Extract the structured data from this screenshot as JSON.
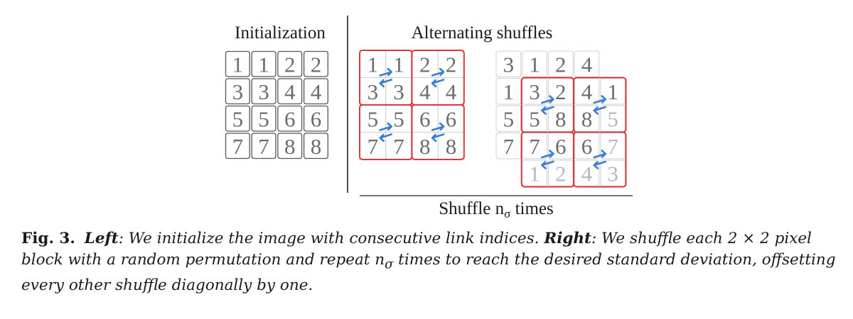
{
  "figure": {
    "left_title": "Initialization",
    "right_title": "Alternating shuffles",
    "bottom_label": {
      "main": "Shuffle n",
      "sub": "σ",
      "tail": " times"
    },
    "colors": {
      "digit": "#6b6b6b",
      "digit_faded": "#b8b8b8",
      "cell_border": "#555555",
      "cell_border_faded": "#cfcfcf",
      "block_border": "#d9393a",
      "arrow": "#3a7fd0",
      "divider": "#222222"
    },
    "init_grid": [
      [
        "1",
        "1",
        "2",
        "2"
      ],
      [
        "3",
        "3",
        "4",
        "4"
      ],
      [
        "5",
        "5",
        "6",
        "6"
      ],
      [
        "7",
        "7",
        "8",
        "8"
      ]
    ],
    "shuffle1_grid": [
      [
        "1",
        "1",
        "2",
        "2"
      ],
      [
        "3",
        "3",
        "4",
        "4"
      ],
      [
        "5",
        "5",
        "6",
        "6"
      ],
      [
        "7",
        "7",
        "8",
        "8"
      ]
    ],
    "shuffle2_grid": [
      [
        "3",
        "1",
        "2",
        "4",
        ""
      ],
      [
        "1",
        "3",
        "2",
        "4",
        "1"
      ],
      [
        "5",
        "5",
        "8",
        "8",
        "5"
      ],
      [
        "7",
        "7",
        "6",
        "6",
        "7"
      ],
      [
        "",
        "1",
        "2",
        "4",
        "3"
      ]
    ],
    "shuffle2_faded": [
      [
        3,
        4
      ],
      [
        2,
        4
      ],
      [
        4,
        1
      ],
      [
        4,
        2
      ],
      [
        4,
        3
      ],
      [
        4,
        4
      ]
    ],
    "shuffle2_empty": [
      [
        0,
        4
      ],
      [
        4,
        0
      ]
    ]
  },
  "caption": {
    "fig_label": "Fig. 3.",
    "left_word": "Left",
    "left_text": ": We initialize the image with consecutive link indices.",
    "right_word": "Right",
    "right_text": ": We shuffle each 2 × 2 pixel block with a random permutation and repeat n",
    "right_sub": "σ",
    "right_tail": " times to reach the desired standard deviation, offsetting every other shuffle diagonally by one."
  }
}
